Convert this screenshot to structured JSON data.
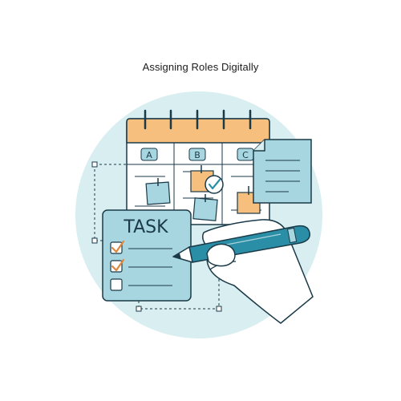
{
  "title": "Assigning Roles Digitally",
  "calendar": {
    "columns": [
      "A",
      "B",
      "C"
    ]
  },
  "task_card": {
    "label": "TASK",
    "items": [
      {
        "checked": true
      },
      {
        "checked": true
      },
      {
        "checked": false
      }
    ]
  },
  "icons": [
    "calendar-icon",
    "sticky-note-icon",
    "check-circle-icon",
    "document-icon",
    "checkbox-icon",
    "pen-icon",
    "hand-icon"
  ],
  "colors": {
    "circle": "#d8eef1",
    "outline": "#1b3a48",
    "calendar_header": "#f7bf7e",
    "note_blue": "#a7d6e0",
    "note_orange": "#f7bf7e",
    "pen": "#2a8fa6",
    "check": "#e0863a"
  }
}
